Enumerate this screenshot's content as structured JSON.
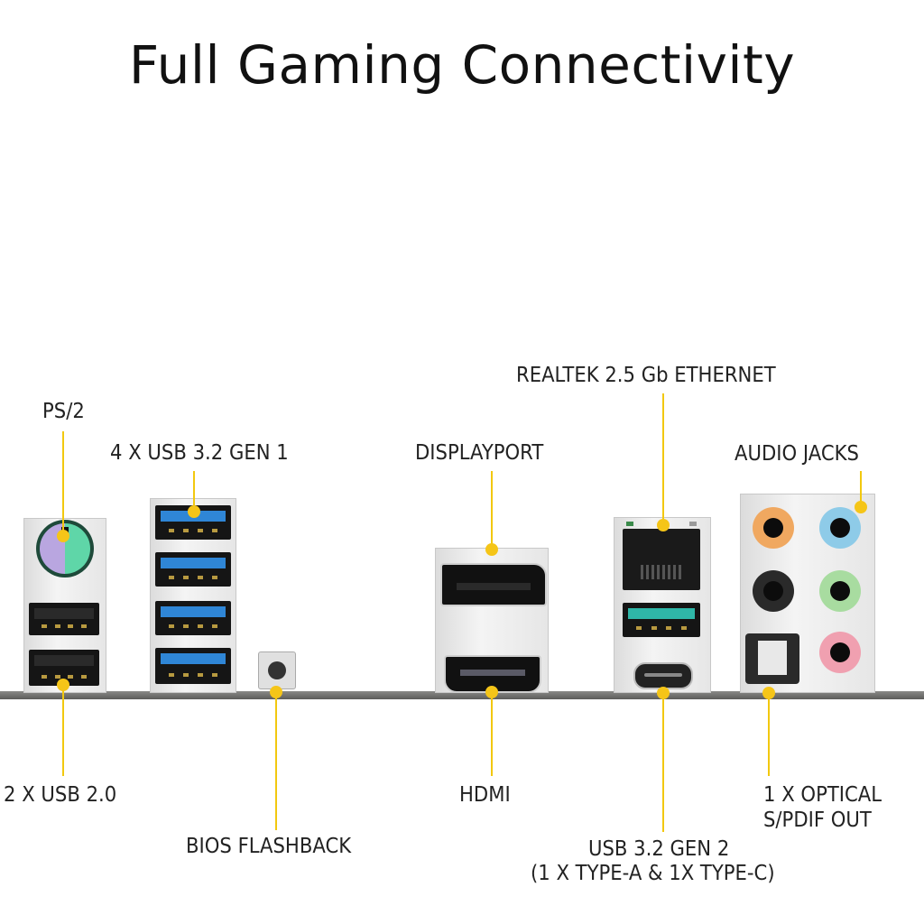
{
  "title": "Full Gaming Connectivity",
  "labels": {
    "ps2": "PS/2",
    "usb32gen1": "4 X USB 3.2 GEN 1",
    "displayport": "DISPLAYPORT",
    "ethernet": "REALTEK 2.5 Gb ETHERNET",
    "audio": "AUDIO JACKS",
    "usb20": "2 X USB 2.0",
    "bios": "BIOS FLASHBACK",
    "hdmi": "HDMI",
    "usb32gen2_line1": "USB 3.2 GEN 2",
    "usb32gen2_line2": "(1 X TYPE-A & 1X TYPE-C)",
    "optical_line1": "1 X OPTICAL",
    "optical_line2": "S/PDIF OUT"
  },
  "colors": {
    "leader": "#f2c80f",
    "usb3_blue": "#2f86d6",
    "usb_gen2_teal": "#2fb7a8",
    "ps2_purple": "#b9a6e0",
    "ps2_green": "#5fd6a8",
    "audio_orange": "#f0a860",
    "audio_blue": "#8ecbe8",
    "audio_black": "#2a2a2a",
    "audio_green": "#a8dca0",
    "audio_pink": "#f0a0b0"
  }
}
